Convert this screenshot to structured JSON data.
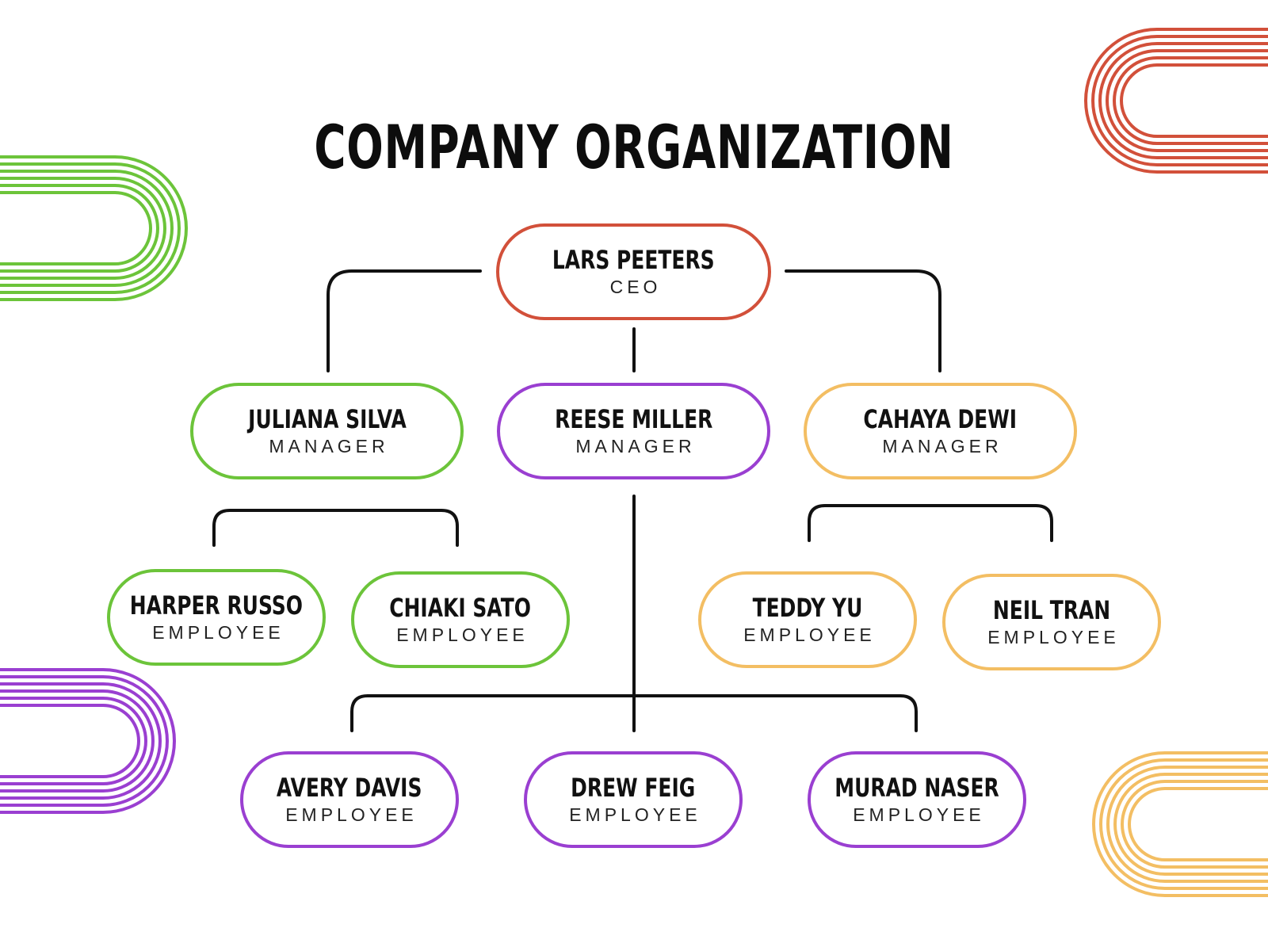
{
  "title": "COMPANY ORGANIZATION",
  "colors": {
    "red": "#d2503a",
    "green": "#6cc43a",
    "purple": "#9a3fd1",
    "yellow": "#f3be63",
    "line": "#111111"
  },
  "ceo": {
    "name": "LARS PEETERS",
    "role": "CEO",
    "color": "red"
  },
  "managers": [
    {
      "name": "JULIANA SILVA",
      "role": "MANAGER",
      "color": "green"
    },
    {
      "name": "REESE MILLER",
      "role": "MANAGER",
      "color": "purple"
    },
    {
      "name": "CAHAYA DEWI",
      "role": "MANAGER",
      "color": "yellow"
    }
  ],
  "employees_juliana": [
    {
      "name": "HARPER RUSSO",
      "role": "EMPLOYEE",
      "color": "green"
    },
    {
      "name": "CHIAKI SATO",
      "role": "EMPLOYEE",
      "color": "green"
    }
  ],
  "employees_cahaya": [
    {
      "name": "TEDDY YU",
      "role": "EMPLOYEE",
      "color": "yellow"
    },
    {
      "name": "NEIL TRAN",
      "role": "EMPLOYEE",
      "color": "yellow"
    }
  ],
  "employees_reese": [
    {
      "name": "AVERY DAVIS",
      "role": "EMPLOYEE",
      "color": "purple"
    },
    {
      "name": "DREW FEIG",
      "role": "EMPLOYEE",
      "color": "purple"
    },
    {
      "name": "MURAD NASER",
      "role": "EMPLOYEE",
      "color": "purple"
    }
  ]
}
